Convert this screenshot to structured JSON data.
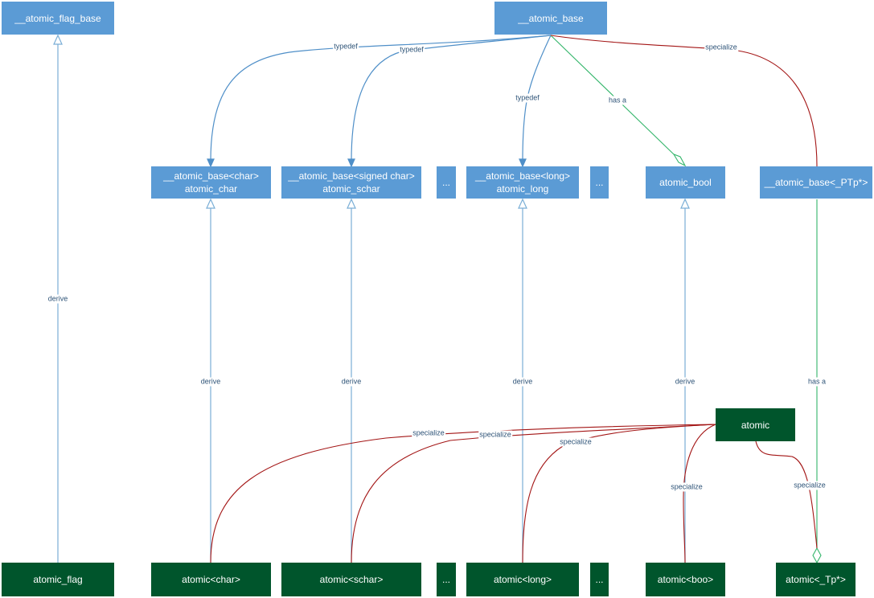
{
  "nodes": {
    "atomic_flag_base": "__atomic_flag_base",
    "atomic_base": "__atomic_base",
    "base_char_line1": "__atomic_base<char>",
    "base_char_line2": "atomic_char",
    "base_schar_line1": "__atomic_base<signed char>",
    "base_schar_line2": "atomic_schar",
    "ellipsis_top_1": "...",
    "base_long_line1": "__atomic_base<long>",
    "base_long_line2": "atomic_long",
    "ellipsis_top_2": "...",
    "atomic_bool": "atomic_bool",
    "base_ptp": "__atomic_base<_PTp*>",
    "atomic": "atomic",
    "atomic_flag": "atomic_flag",
    "atomic_char": "atomic<char>",
    "atomic_schar": "atomic<schar>",
    "ellipsis_bottom_1": "...",
    "atomic_long": "atomic<long>",
    "ellipsis_bottom_2": "...",
    "atomic_boo": "atomic<boo>",
    "atomic_tp": "atomic<_Tp*>"
  },
  "edge_labels": {
    "flag_derive": "derive",
    "typedef_char": "typedef",
    "typedef_schar": "typedef",
    "typedef_long": "typedef",
    "has_a_bool": "has a",
    "specialize_ptp": "specialize",
    "derive_char": "derive",
    "derive_schar": "derive",
    "derive_long": "derive",
    "derive_bool": "derive",
    "has_a_tp": "has a",
    "specialize_char": "specialize",
    "specialize_schar": "specialize",
    "specialize_long": "specialize",
    "specialize_boo": "specialize",
    "specialize_tp": "specialize"
  },
  "colors": {
    "box_blue": "#5b9bd5",
    "box_green": "#00552c",
    "derive_line": "#7aaed6",
    "typedef_line": "#4f8fc8",
    "has_a_line": "#33b56a",
    "specialize_line": "#a31515",
    "label_text": "#2f5478"
  }
}
